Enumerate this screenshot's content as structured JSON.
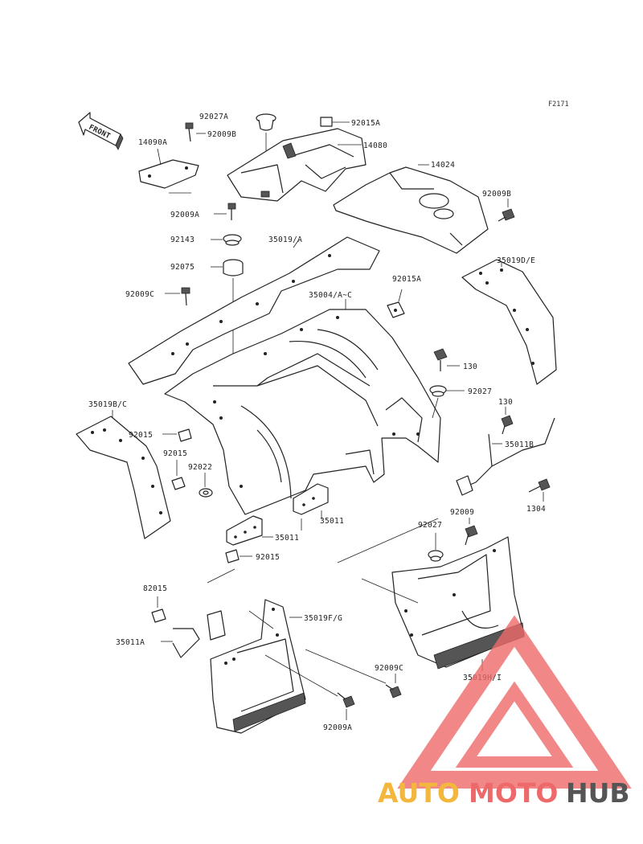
{
  "figure_ref": "F2171",
  "front_arrow_label": "FRONT",
  "watermark": {
    "part1": "AUTO",
    "part2": "MOTO",
    "part3": "HUB",
    "color1": "#f3b73d",
    "color2": "#ee6a6a",
    "color3": "#555555"
  },
  "labels": {
    "l_92027A": "92027A",
    "l_92009B_top": "92009B",
    "l_92015A_top": "92015A",
    "l_14090A": "14090A",
    "l_14080": "14080",
    "l_14024": "14024",
    "l_92009B_right": "92009B",
    "l_92009A_top": "92009A",
    "l_92143": "92143",
    "l_35019A": "35019/A",
    "l_35019DE": "35019D/E",
    "l_92075": "92075",
    "l_35004AC": "35004/A~C",
    "l_92015A_mid": "92015A",
    "l_92009C_left": "92009C",
    "l_130_a": "130",
    "l_92027": "92027",
    "l_130_b": "130",
    "l_35019BC": "35019B/C",
    "l_92015_a": "92015",
    "l_35011B": "35011B",
    "l_92015_b": "92015",
    "l_92022": "92022",
    "l_1304": "1304",
    "l_35011_a": "35011",
    "l_92009": "92009",
    "l_35011_b": "35011",
    "l_92027_b": "92027",
    "l_92015_c": "92015",
    "l_82015": "82015",
    "l_35019FG": "35019F/G",
    "l_35011A": "35011A",
    "l_92009C_bot": "92009C",
    "l_35019HI": "35019H/I",
    "l_92009A_bot": "92009A"
  }
}
